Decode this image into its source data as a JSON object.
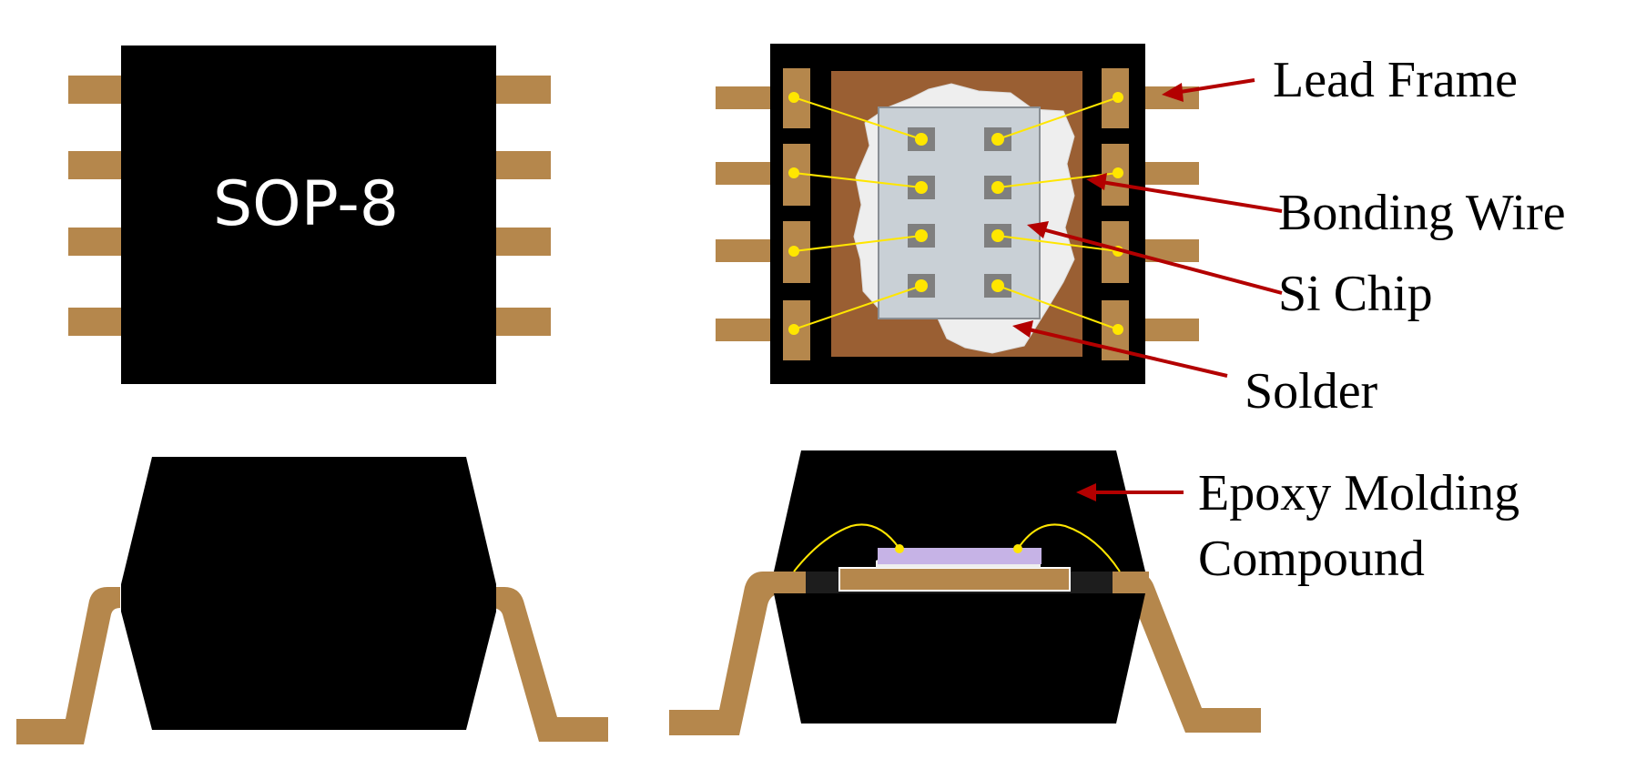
{
  "top_view": {
    "package_label": "SOP-8"
  },
  "labels": {
    "lead_frame": "Lead Frame",
    "bonding_wire": "Bonding Wire",
    "si_chip": "Si Chip",
    "solder": "Solder",
    "epoxy_line1": "Epoxy Molding",
    "epoxy_line2": "Compound"
  },
  "colors": {
    "mold": "#000000",
    "lead": "#b5874c",
    "pad": "#9a5f33",
    "chip": "#c9d0d6",
    "bond_pad": "#7f7f7f",
    "wire": "#ffe600",
    "arrow": "#b30000",
    "die_side": "#c6b3e6",
    "solder": "#eeeeee"
  }
}
